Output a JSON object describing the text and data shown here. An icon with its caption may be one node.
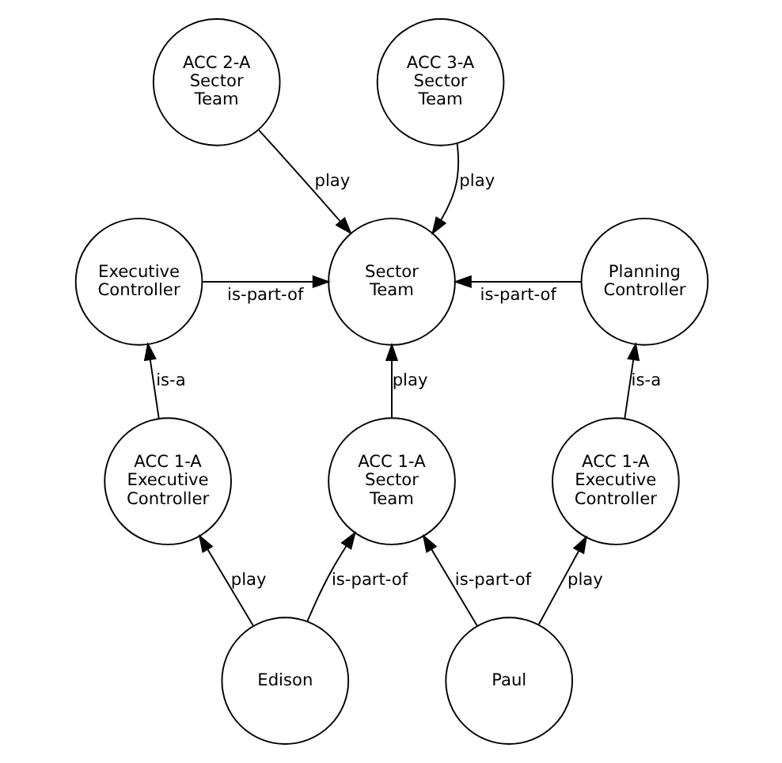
{
  "diagram": {
    "nodes": [
      {
        "text": [
          "ACC 2-A Sector Team"
        ]
      },
      {
        "text": [
          "ACC 3-A Sector Team"
        ]
      },
      {
        "text": [
          "Executive Controller"
        ]
      },
      {
        "text": [
          "Sector Team"
        ]
      },
      {
        "text": [
          "Planning Controller"
        ]
      },
      {
        "text": [
          "ACC 1-A Executive Controller"
        ]
      },
      {
        "text": [
          "ACC 1-A Sector Team"
        ]
      },
      {
        "text": [
          "ACC 1-A Executive Controller"
        ]
      },
      {
        "text": [
          "Edison"
        ]
      },
      {
        "text": [
          "Paul"
        ]
      }
    ],
    "edges": [
      {
        "from": 0,
        "to": 3,
        "arrow": "to",
        "label": "play"
      },
      {
        "from": 1,
        "to": 3,
        "arrow": "to",
        "label": "play"
      },
      {
        "from": 2,
        "to": 3,
        "arrow": "to",
        "label": "is-part-of"
      },
      {
        "from": 4,
        "to": 3,
        "arrow": "to",
        "label": "is-part-of"
      },
      {
        "from": 5,
        "to": 2,
        "arrow": "to",
        "label": "is-a"
      },
      {
        "from": 6,
        "to": 3,
        "arrow": "to",
        "label": "play"
      },
      {
        "from": 7,
        "to": 4,
        "arrow": "to",
        "label": "is-a"
      },
      {
        "from": 8,
        "to": 5,
        "arrow": "to",
        "label": "play"
      },
      {
        "from": 8,
        "to": 6,
        "arrow": "to",
        "label": "is-part-of"
      },
      {
        "from": 9,
        "to": 6,
        "arrow": "to",
        "label": "is-part-of"
      },
      {
        "from": 9,
        "to": 7,
        "arrow": "to",
        "label": "play"
      }
    ]
  }
}
